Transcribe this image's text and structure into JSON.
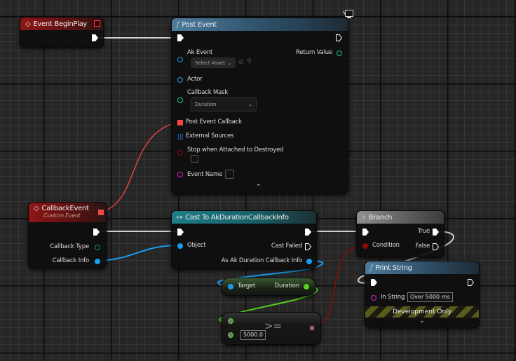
{
  "graph": {
    "nodes": {
      "event_begin_play": {
        "title": "Event BeginPlay",
        "color": "#8d1616"
      },
      "post_event": {
        "title": "Post Event",
        "pins": {
          "ak_event": "Ak Event",
          "ak_event_dropdown": "Select Asset",
          "return_value": "Return Value",
          "actor": "Actor",
          "callback_mask": "Callback Mask",
          "callback_mask_value": "Duration",
          "post_event_callback": "Post Event Callback",
          "external_sources": "External Sources",
          "stop_when_attached": "Stop when Attached to Destroyed",
          "event_name": "Event Name"
        },
        "color": "#4e7b9c"
      },
      "callback_event": {
        "title": "CallbackEvent",
        "subtitle": "Custom Event",
        "pins": {
          "callback_type": "Callback Type",
          "callback_info": "Callback Info"
        }
      },
      "cast": {
        "title": "Cast To AkDurationCallbackInfo",
        "pins": {
          "object": "Object",
          "cast_failed": "Cast Failed",
          "as_info": "As Ak Duration Callback Info"
        },
        "color": "#1f7d87"
      },
      "get_duration": {
        "pins": {
          "target": "Target",
          "duration": "Duration"
        }
      },
      "compare": {
        "operator": ">=",
        "b_value": "5000.0"
      },
      "branch": {
        "title": "Branch",
        "pins": {
          "condition": "Condition",
          "true": "True",
          "false": "False"
        }
      },
      "print_string": {
        "title": "Print String",
        "pins": {
          "in_string": "In String",
          "in_string_value": "Over 5000 ms"
        },
        "banner": "Development Only"
      }
    },
    "colors": {
      "exec": "#ffffff",
      "object": "#1a9bf0",
      "float": "#53d21d",
      "bool": "#8e0a0a",
      "delegate": "#ef3c3c",
      "string": "#e020d0",
      "enum": "#0f8f7f"
    }
  }
}
